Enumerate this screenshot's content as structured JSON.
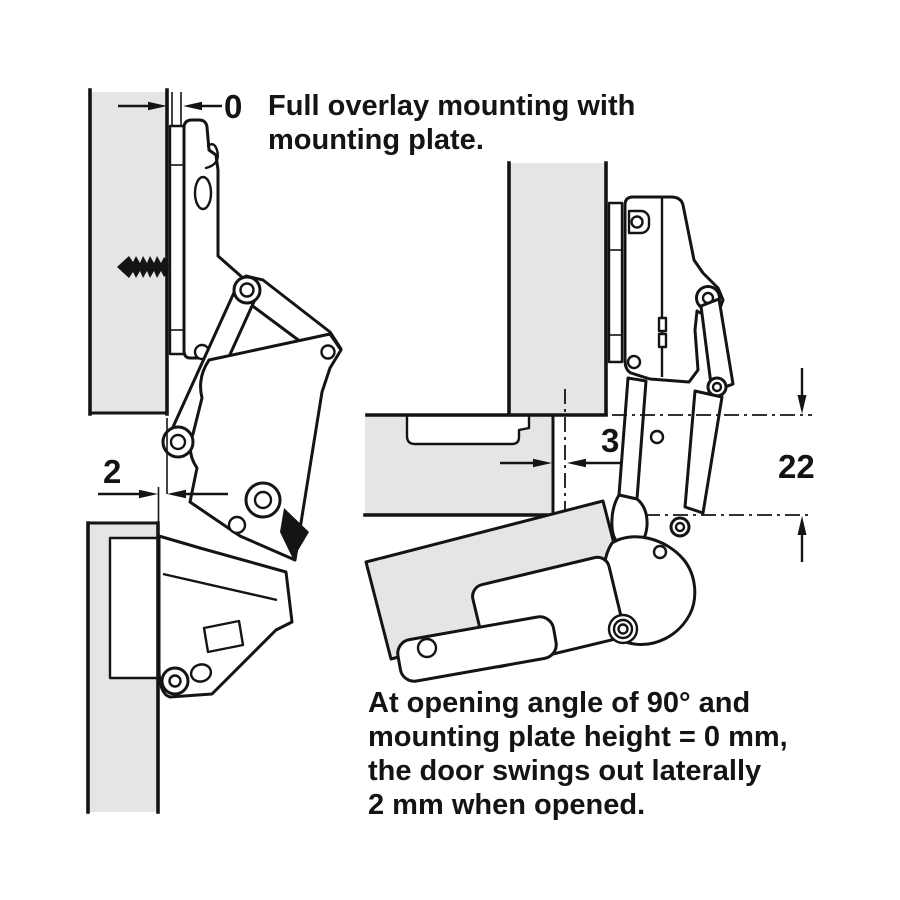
{
  "figure": {
    "title_line1": "Full overlay mounting with",
    "title_line2": "mounting plate.",
    "caption_line1": "At opening angle of 90° and",
    "caption_line2": "mounting plate height = 0 mm,",
    "caption_line3": "the door swings out laterally",
    "caption_line4": "2 mm when opened.",
    "dim_overlay": "0",
    "dim_lateral": "2",
    "dim_gap": "3",
    "dim_depth": "22"
  },
  "colors": {
    "panel-fill": "#e5e5e5",
    "line": "#141414",
    "paper": "#ffffff"
  }
}
